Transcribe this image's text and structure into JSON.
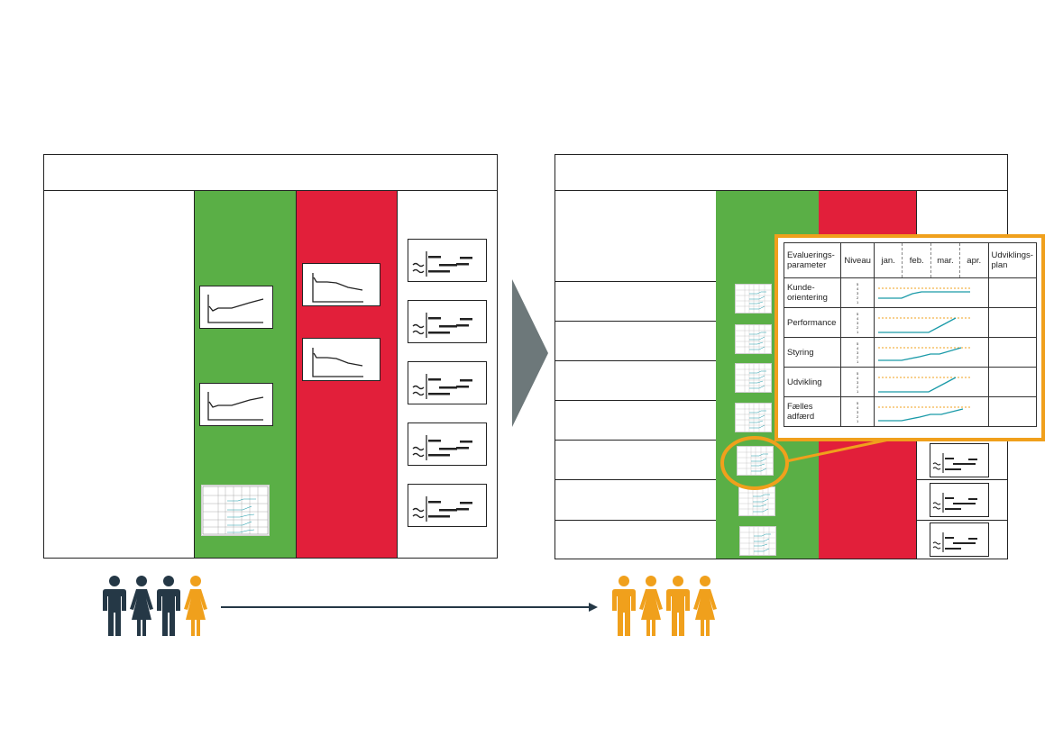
{
  "colors": {
    "green": "#5aaf46",
    "red": "#e21f3a",
    "orange": "#f0a01c",
    "dark": "#253846",
    "arrow_gray": "#6d787a"
  },
  "zoom_table": {
    "headers": [
      "Evaluerings-parameter",
      "Niveau",
      "jan.",
      "feb.",
      "mar.",
      "apr.",
      "Udviklings-plan"
    ],
    "rows": [
      "Kunde-orientering",
      "Performance",
      "Styring",
      "Udvikling",
      "Fælles adfærd"
    ],
    "niveau_scale": [
      "5",
      "4",
      "3",
      "2",
      "1"
    ]
  },
  "people_left": [
    "man",
    "woman",
    "man",
    "woman"
  ],
  "people_right": [
    "man",
    "woman",
    "man",
    "woman"
  ],
  "icons": {
    "person_man": "person-man-icon",
    "person_woman": "person-woman-icon",
    "transition": "chevron-right-icon",
    "timeline": "arrow-right-icon"
  }
}
